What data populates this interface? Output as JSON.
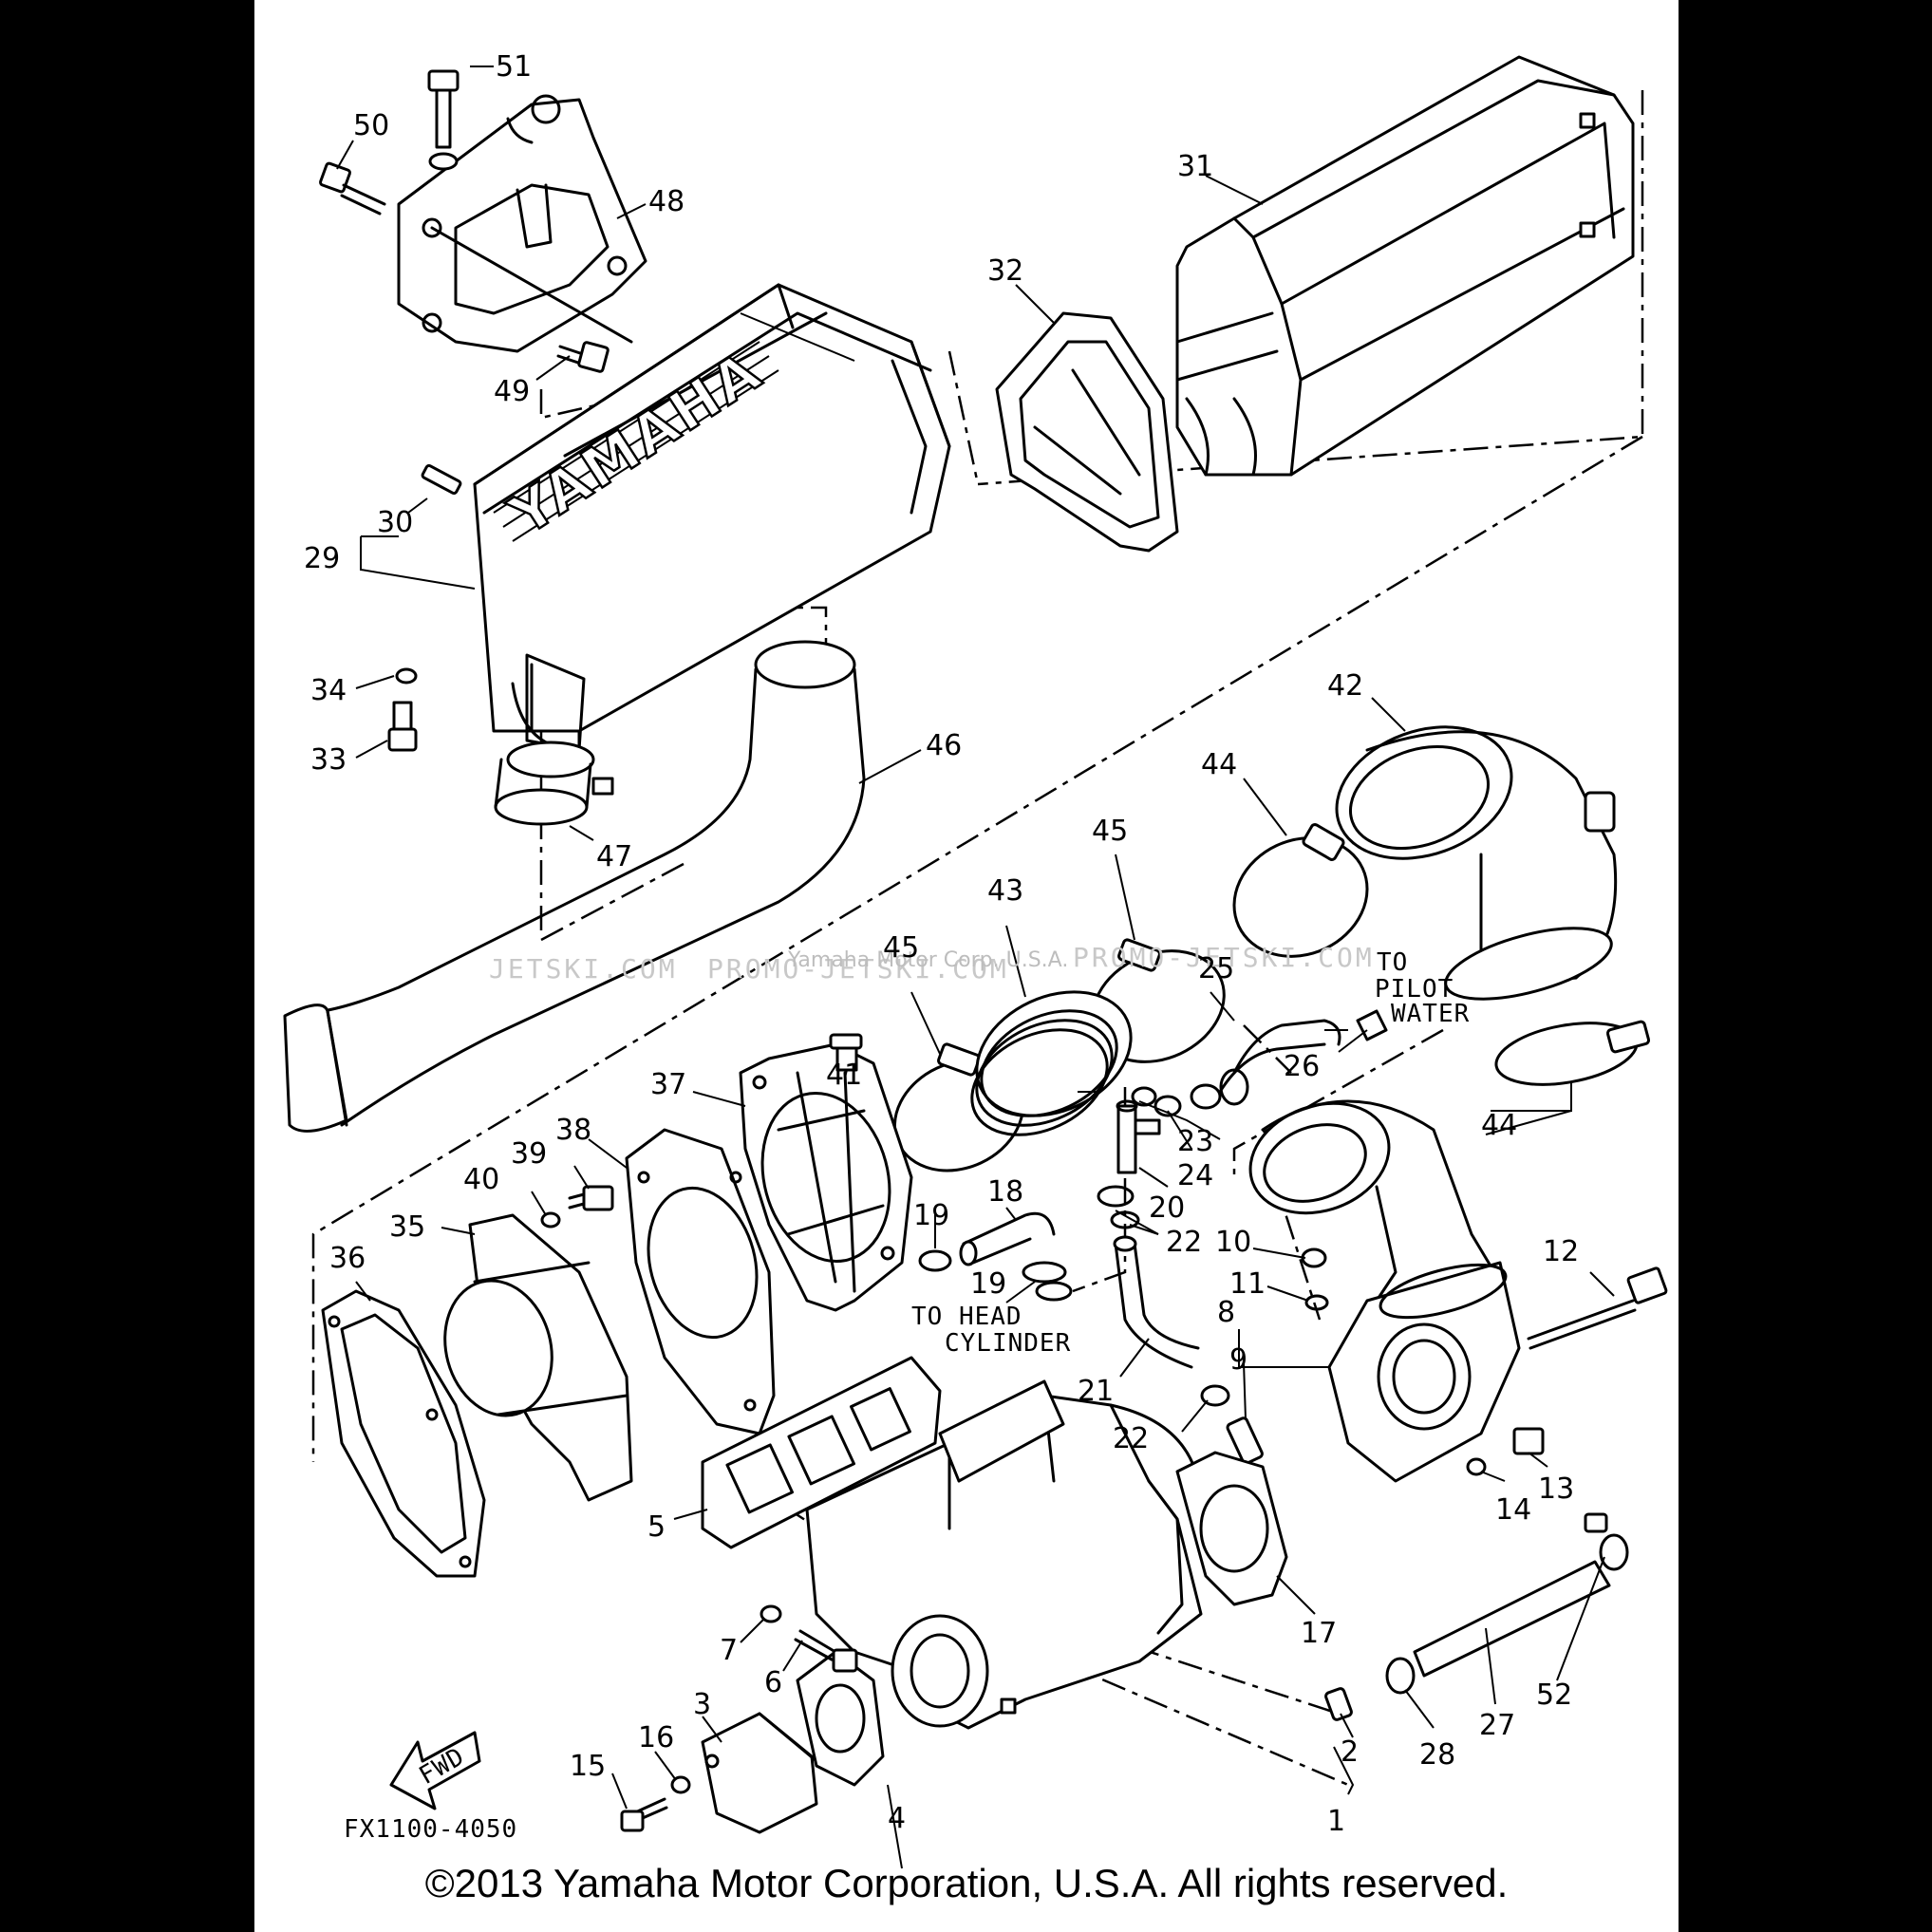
{
  "diagram": {
    "brand_logo": "YAMAHA",
    "figure_code": "FX1100-4050",
    "fwd_label": "FWD",
    "annotations": {
      "to_pilot_water": [
        "TO",
        "PILOT",
        "WATER"
      ],
      "to_cylinder_head": [
        "TO HEAD",
        "CYLINDER"
      ]
    },
    "watermarks": {
      "left": "JETSKI.COM",
      "center": "PROMO-JETSKI.COM",
      "right": "PROMO-JETSKI.COM",
      "overlay": "Yamaha Motor Corp. U.S.A."
    },
    "callouts": [
      {
        "id": "c51",
        "label": "51"
      },
      {
        "id": "c50",
        "label": "50"
      },
      {
        "id": "c48",
        "label": "48"
      },
      {
        "id": "c49",
        "label": "49"
      },
      {
        "id": "c31",
        "label": "31"
      },
      {
        "id": "c32",
        "label": "32"
      },
      {
        "id": "c30",
        "label": "30"
      },
      {
        "id": "c29",
        "label": "29"
      },
      {
        "id": "c34",
        "label": "34"
      },
      {
        "id": "c33",
        "label": "33"
      },
      {
        "id": "c46",
        "label": "46"
      },
      {
        "id": "c47",
        "label": "47"
      },
      {
        "id": "c42",
        "label": "42"
      },
      {
        "id": "c44a",
        "label": "44"
      },
      {
        "id": "c45a",
        "label": "45"
      },
      {
        "id": "c43",
        "label": "43"
      },
      {
        "id": "c45b",
        "label": "45"
      },
      {
        "id": "c25",
        "label": "25"
      },
      {
        "id": "c41",
        "label": "41"
      },
      {
        "id": "c26",
        "label": "26"
      },
      {
        "id": "c37",
        "label": "37"
      },
      {
        "id": "c44b",
        "label": "44"
      },
      {
        "id": "c23",
        "label": "23"
      },
      {
        "id": "c24",
        "label": "24"
      },
      {
        "id": "c38",
        "label": "38"
      },
      {
        "id": "c39",
        "label": "39"
      },
      {
        "id": "c40",
        "label": "40"
      },
      {
        "id": "c18",
        "label": "18"
      },
      {
        "id": "c20",
        "label": "20"
      },
      {
        "id": "c35",
        "label": "35"
      },
      {
        "id": "c19a",
        "label": "19"
      },
      {
        "id": "c22a",
        "label": "22"
      },
      {
        "id": "c10",
        "label": "10"
      },
      {
        "id": "c12",
        "label": "12"
      },
      {
        "id": "c36",
        "label": "36"
      },
      {
        "id": "c11",
        "label": "11"
      },
      {
        "id": "c19b",
        "label": "19"
      },
      {
        "id": "c8",
        "label": "8"
      },
      {
        "id": "c21",
        "label": "21"
      },
      {
        "id": "c9",
        "label": "9"
      },
      {
        "id": "c22b",
        "label": "22"
      },
      {
        "id": "c13",
        "label": "13"
      },
      {
        "id": "c14",
        "label": "14"
      },
      {
        "id": "c5",
        "label": "5"
      },
      {
        "id": "c17",
        "label": "17"
      },
      {
        "id": "c7",
        "label": "7"
      },
      {
        "id": "c6",
        "label": "6"
      },
      {
        "id": "c52",
        "label": "52"
      },
      {
        "id": "c3",
        "label": "3"
      },
      {
        "id": "c16",
        "label": "16"
      },
      {
        "id": "c15",
        "label": "15"
      },
      {
        "id": "c2",
        "label": "2"
      },
      {
        "id": "c28",
        "label": "28"
      },
      {
        "id": "c27",
        "label": "27"
      },
      {
        "id": "c4",
        "label": "4"
      },
      {
        "id": "c1",
        "label": "1"
      }
    ]
  },
  "footer": {
    "copyright": "©2013 Yamaha Motor Corporation, U.S.A. All rights reserved."
  }
}
